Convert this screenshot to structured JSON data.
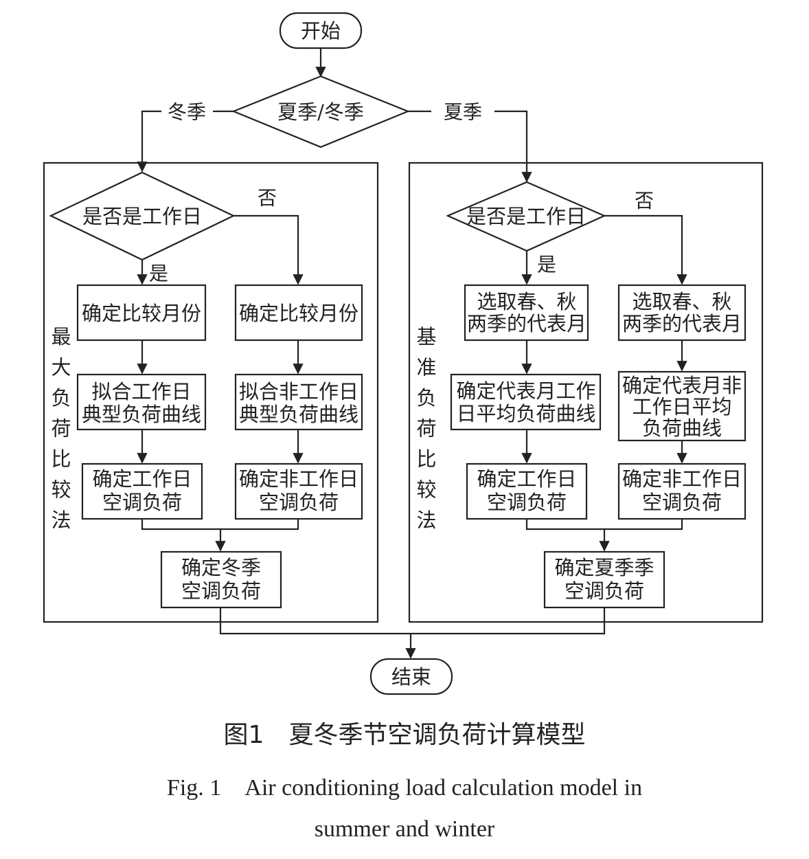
{
  "nodes": {
    "start": "开始",
    "season": "夏季/冬季",
    "workday_left": "是否是工作日",
    "workday_right": "是否是工作日",
    "l_month_a": "确定比较月份",
    "l_month_b": "确定比较月份",
    "l_fit_a": [
      "拟合工作日",
      "典型负荷曲线"
    ],
    "l_fit_b": [
      "拟合非工作日",
      "典型负荷曲线"
    ],
    "l_ac_a": [
      "确定工作日",
      "空调负荷"
    ],
    "l_ac_b": [
      "确定非工作日",
      "空调负荷"
    ],
    "l_final": [
      "确定冬季",
      "空调负荷"
    ],
    "r_pick_a": [
      "选取春、秋",
      "两季的代表月"
    ],
    "r_pick_b": [
      "选取春、秋",
      "两季的代表月"
    ],
    "r_curve_a": [
      "确定代表月工作",
      "日平均负荷曲线"
    ],
    "r_curve_b": [
      "确定代表月非",
      "工作日平均",
      "负荷曲线"
    ],
    "r_ac_a": [
      "确定工作日",
      "空调负荷"
    ],
    "r_ac_b": [
      "确定非工作日",
      "空调负荷"
    ],
    "r_final": [
      "确定夏季季",
      "空调负荷"
    ],
    "end": "结束"
  },
  "edge_labels": {
    "winter": "冬季",
    "summer": "夏季",
    "no_left": "否",
    "yes_left": "是",
    "no_right": "否",
    "yes_right": "是"
  },
  "groups": {
    "left": "最大负荷比较法",
    "right": "基准负荷比较法"
  },
  "caption": {
    "cn": "图1　夏冬季节空调负荷计算模型",
    "en_line1": "Fig. 1　Air conditioning load calculation model in",
    "en_line2": "summer and winter"
  }
}
